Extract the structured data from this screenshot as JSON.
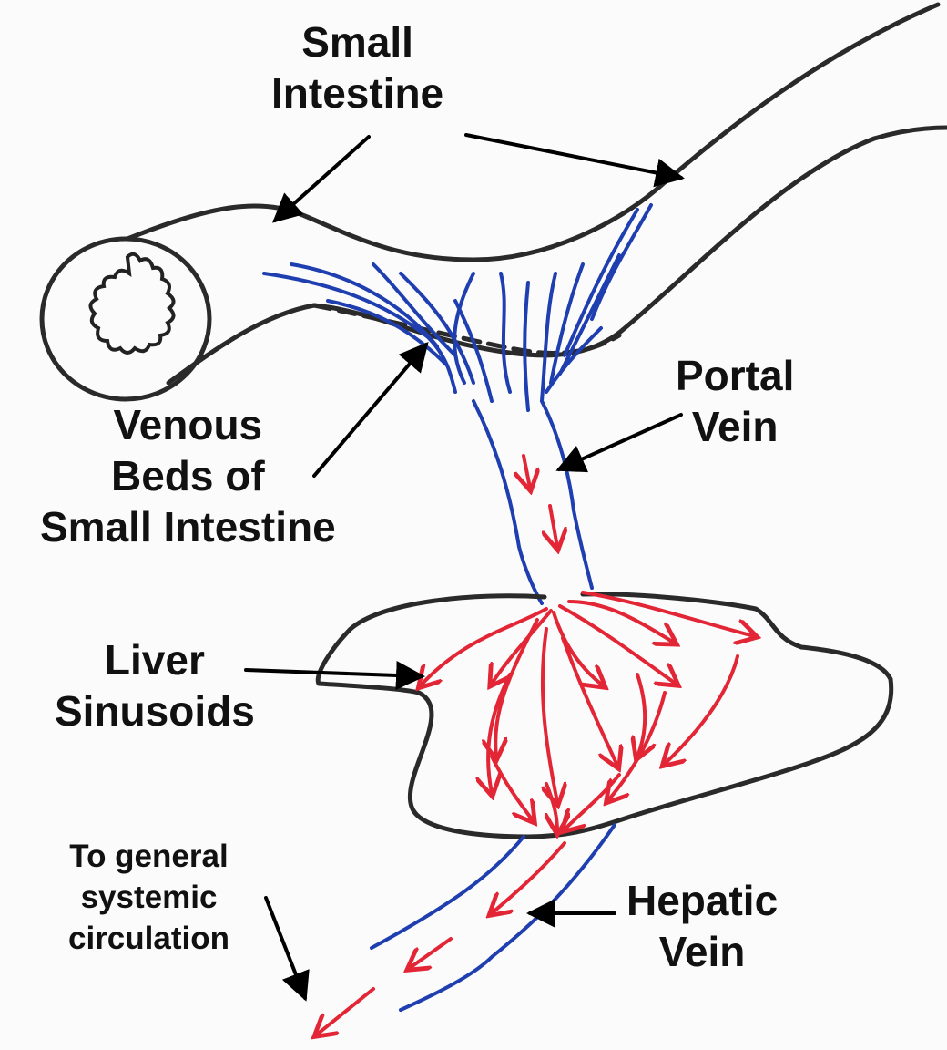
{
  "labels": {
    "small_intestine": [
      "Small",
      "Intestine"
    ],
    "venous_beds": [
      "Venous",
      "Beds of",
      "Small Intestine"
    ],
    "portal_vein": [
      "Portal",
      "Vein"
    ],
    "liver_sinusoids": [
      "Liver",
      "Sinusoids"
    ],
    "to_general": [
      "To general",
      "systemic",
      "circulation"
    ],
    "hepatic_vein": [
      "Hepatic",
      "Vein"
    ]
  },
  "colors": {
    "outline": "#2a2a2a",
    "vein": "#1f3fb0",
    "flow": "#e32636",
    "text": "#111111"
  }
}
